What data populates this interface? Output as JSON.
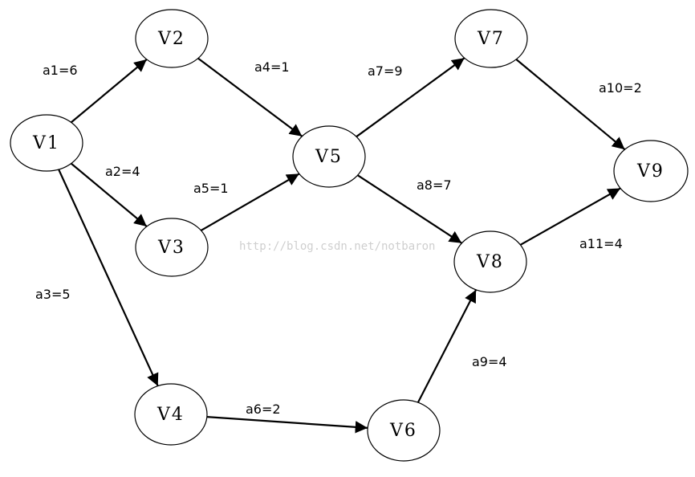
{
  "watermark": "http://blog.csdn.net/notbaron",
  "nodes": [
    {
      "id": "V1",
      "label": "V1"
    },
    {
      "id": "V2",
      "label": "V2"
    },
    {
      "id": "V3",
      "label": "V3"
    },
    {
      "id": "V4",
      "label": "V4"
    },
    {
      "id": "V5",
      "label": "V5"
    },
    {
      "id": "V6",
      "label": "V6"
    },
    {
      "id": "V7",
      "label": "V7"
    },
    {
      "id": "V8",
      "label": "V8"
    },
    {
      "id": "V9",
      "label": "V9"
    }
  ],
  "edges": [
    {
      "id": "a1",
      "from": "V1",
      "to": "V2",
      "label": "a1=6"
    },
    {
      "id": "a2",
      "from": "V1",
      "to": "V3",
      "label": "a2=4"
    },
    {
      "id": "a3",
      "from": "V1",
      "to": "V4",
      "label": "a3=5"
    },
    {
      "id": "a4",
      "from": "V2",
      "to": "V5",
      "label": "a4=1"
    },
    {
      "id": "a5",
      "from": "V3",
      "to": "V5",
      "label": "a5=1"
    },
    {
      "id": "a6",
      "from": "V4",
      "to": "V6",
      "label": "a6=2"
    },
    {
      "id": "a7",
      "from": "V5",
      "to": "V7",
      "label": "a7=9"
    },
    {
      "id": "a8",
      "from": "V5",
      "to": "V8",
      "label": "a8=7"
    },
    {
      "id": "a9",
      "from": "V6",
      "to": "V8",
      "label": "a9=4"
    },
    {
      "id": "a10",
      "from": "V7",
      "to": "V9",
      "label": "a10=2"
    },
    {
      "id": "a11",
      "from": "V8",
      "to": "V9",
      "label": "a11=4"
    }
  ]
}
